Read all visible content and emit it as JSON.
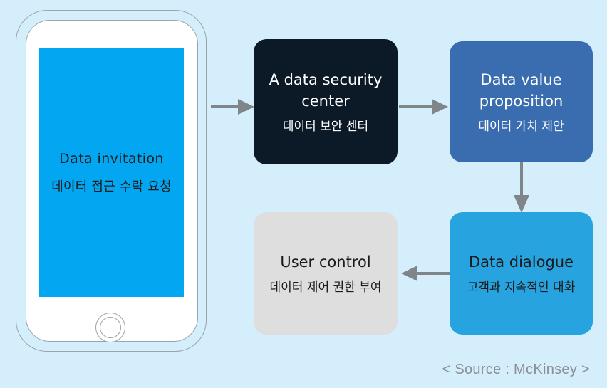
{
  "background_color": "#d4eefb",
  "phone": {
    "screen_color": "#03a6f0",
    "frame_color": "#9aa3a8",
    "body_color": "#ffffff",
    "screen": {
      "title_en": "Data invitation",
      "title_ko": "데이터 접근 수락 요청"
    }
  },
  "nodes": [
    {
      "id": "security",
      "label_en": "A data security\ncenter",
      "label_ko": "데이터 보안 센터",
      "bg_color": "#0c1a28",
      "text_color": "#ffffff"
    },
    {
      "id": "value",
      "label_en": "Data value\nproposition",
      "label_ko": "데이터 가치 제안",
      "bg_color": "#3a6cb0",
      "text_color": "#ffffff"
    },
    {
      "id": "dialogue",
      "label_en": "Data dialogue",
      "label_ko": "고객과 지속적인 대화",
      "bg_color": "#27a4e0",
      "text_color": "#1b1b1b"
    },
    {
      "id": "control",
      "label_en": "User control",
      "label_ko": "데이터 제어 권한 부여",
      "bg_color": "#dededf",
      "text_color": "#1b1b1b"
    }
  ],
  "arrows": {
    "color": "#7f8588",
    "items": [
      {
        "id": "phone-to-security",
        "direction": "right"
      },
      {
        "id": "security-to-value",
        "direction": "right"
      },
      {
        "id": "value-to-dialogue",
        "direction": "down"
      },
      {
        "id": "dialogue-to-control",
        "direction": "left"
      }
    ]
  },
  "footer": {
    "source": "< Source : McKinsey >",
    "source_color": "#8a8f93"
  }
}
